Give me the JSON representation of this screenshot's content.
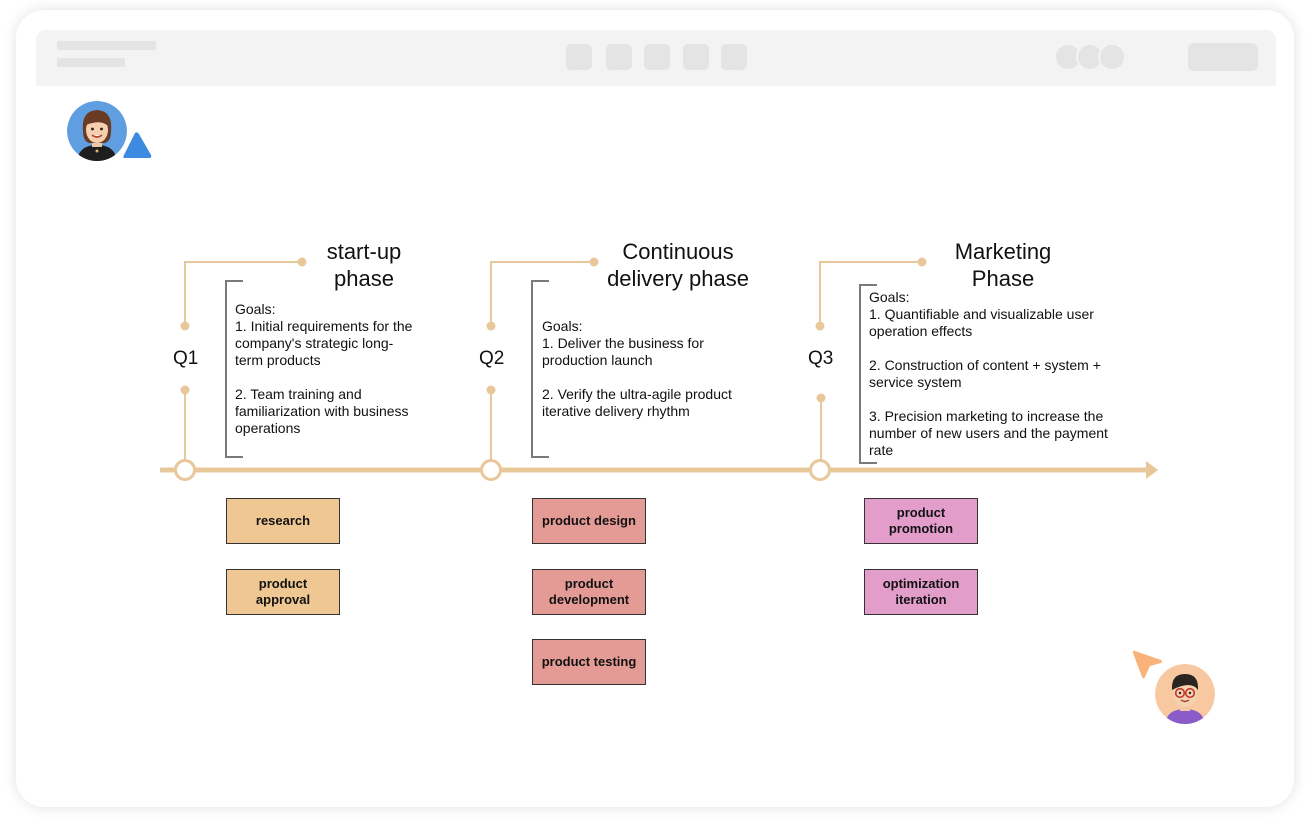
{
  "colors": {
    "timeline": "#e8c79b",
    "tag_orange": "#efc792",
    "tag_red": "#e49b96",
    "tag_pink": "#e39dcb",
    "cursor_blue": "#3d8be0",
    "cursor_orange": "#f8b27a"
  },
  "phases": [
    {
      "quarter": "Q1",
      "title_line1": "start-up",
      "title_line2": "phase",
      "goals": [
        "Goals:",
        "1. Initial requirements for the",
        "company's strategic long-",
        "term products",
        "",
        "2. Team training and",
        "familiarization with business",
        "operations"
      ],
      "tags": [
        "research",
        "product approval"
      ]
    },
    {
      "quarter": "Q2",
      "title_line1": "Continuous",
      "title_line2": "delivery phase",
      "goals": [
        "Goals:",
        "1. Deliver the business for",
        "production launch",
        "",
        "2. Verify the ultra-agile product",
        "iterative delivery rhythm"
      ],
      "tags": [
        "product design",
        "product development",
        "product testing"
      ]
    },
    {
      "quarter": "Q3",
      "title_line1": "Marketing",
      "title_line2": "Phase",
      "goals": [
        "Goals:",
        "1. Quantifiable and visualizable user",
        "operation effects",
        "",
        "2. Construction of content + system +",
        "service system",
        "",
        "3. Precision marketing to increase the",
        "number of new users and the payment",
        "rate"
      ],
      "tags": [
        "product promotion",
        "optimization iteration"
      ]
    }
  ],
  "icons": {
    "avatar_top": "woman-avatar-icon",
    "avatar_bottom": "man-with-glasses-avatar-icon",
    "cursor_top": "blue-pointer-cursor-icon",
    "cursor_bottom": "orange-pointer-cursor-icon"
  }
}
